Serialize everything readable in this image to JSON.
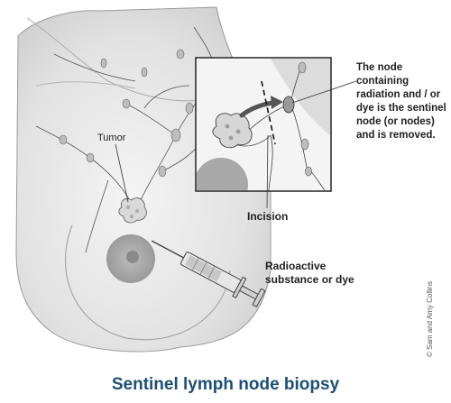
{
  "labels": {
    "tumor": "Tumor",
    "node": "The node containing radiation and / or dye is the sentinel node (or nodes) and is removed.",
    "incision": "Incision",
    "radio": "Radioactive substance or dye"
  },
  "copyright": "© Sam and Amy Collins",
  "caption": "Sentinel lymph node biopsy",
  "colors": {
    "caption": "#1d4f73",
    "skin_shade": "#dcdcdc",
    "line": "#333333",
    "arrow": "#555555"
  }
}
